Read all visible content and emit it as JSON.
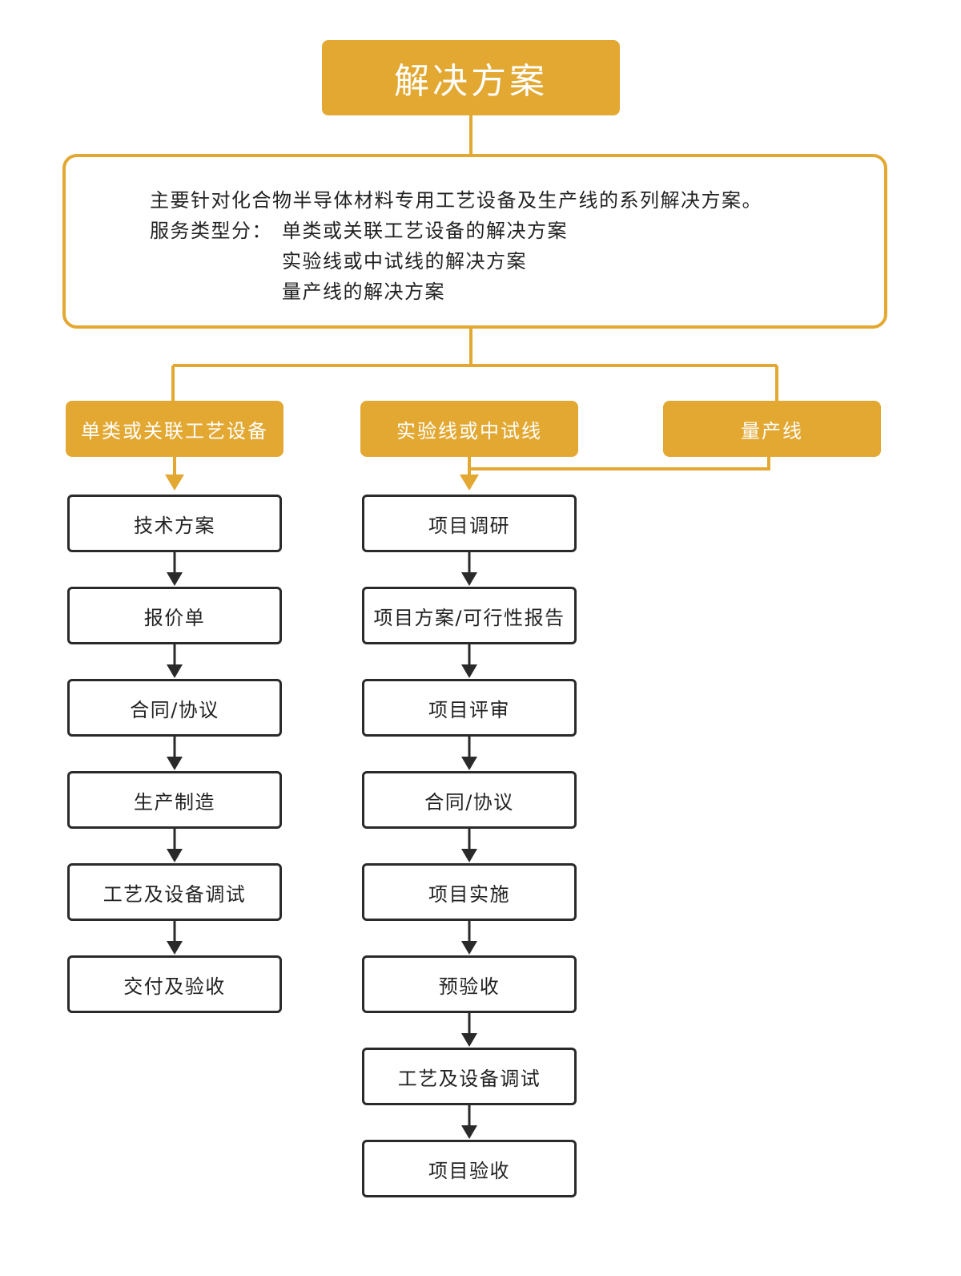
{
  "title": "解决方案",
  "description": {
    "line1": "主要针对化合物半导体材料专用工艺设备及生产线的系列解决方案。",
    "service_label": "服务类型分：",
    "service_types": [
      "单类或关联工艺设备的解决方案",
      "实验线或中试线的解决方案",
      "量产线的解决方案"
    ]
  },
  "categories": [
    "单类或关联工艺设备",
    "实验线或中试线",
    "量产线"
  ],
  "left_steps": [
    "技术方案",
    "报价单",
    "合同/协议",
    "生产制造",
    "工艺及设备调试",
    "交付及验收"
  ],
  "middle_steps": [
    "项目调研",
    "项目方案/可行性报告",
    "项目评审",
    "合同/协议",
    "项目实施",
    "预验收",
    "工艺及设备调试",
    "项目验收"
  ],
  "colors": {
    "accent": "#e2a832",
    "step_border": "#2a2a2a"
  }
}
